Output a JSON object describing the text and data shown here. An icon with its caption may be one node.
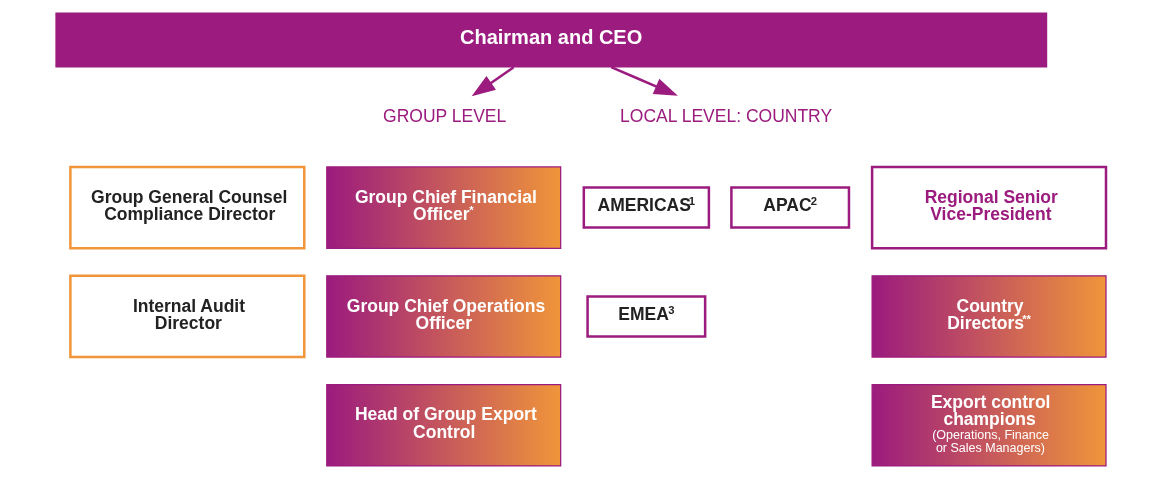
{
  "diagram": {
    "nodes": [
      {
        "text": [
          "Chairman and CEO"
        ]
      },
      {
        "text": [
          "GROUP LEVEL"
        ]
      },
      {
        "text": [
          "LOCAL LEVEL: COUNTRY"
        ]
      },
      {
        "text": [
          "Group General Counsel Compliance Director"
        ]
      },
      {
        "text": [
          "Group Chief Financial Officer$^{*}$"
        ]
      },
      {
        "text": [
          "Internal Audit Director"
        ]
      },
      {
        "text": [
          "Group Chief Operations Officer"
        ]
      },
      {
        "text": [
          "Head of Group Export Control"
        ]
      },
      {
        "text": [
          "AMERICAS$^{1}$"
        ]
      },
      {
        "text": [
          "APAC$^{2}$"
        ]
      },
      {
        "text": [
          "EMEA$^{3}$"
        ]
      },
      {
        "text": [
          "Regional Senior Vice-President"
        ]
      },
      {
        "text": [
          "Country Directors$^{**}$"
        ]
      },
      {
        "text": [
          "Export control champions",
          "(Operations, Finance or Sales Managers)"
        ]
      }
    ],
    "edges": [
      {
        "from": 0,
        "to": 1,
        "arrow": "to"
      },
      {
        "from": 0,
        "to": 2,
        "arrow": "to"
      }
    ]
  }
}
